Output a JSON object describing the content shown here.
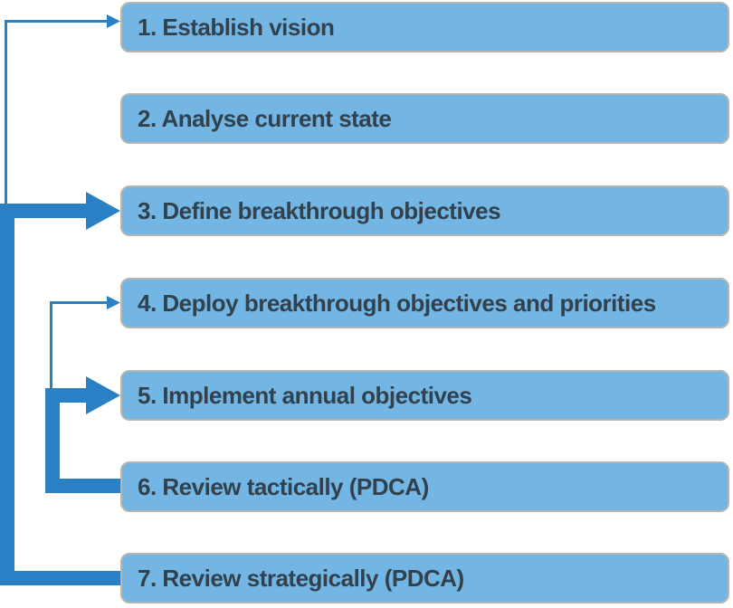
{
  "diagram": {
    "type": "flowchart",
    "steps": [
      {
        "id": 1,
        "label": "1. Establish vision"
      },
      {
        "id": 2,
        "label": "2. Analyse current state"
      },
      {
        "id": 3,
        "label": "3. Define breakthrough objectives"
      },
      {
        "id": 4,
        "label": "4. Deploy breakthrough objectives and priorities"
      },
      {
        "id": 5,
        "label": "5. Implement annual objectives"
      },
      {
        "id": 6,
        "label": "6. Review tactically (PDCA)"
      },
      {
        "id": 7,
        "label": "7. Review strategically (PDCA)"
      }
    ],
    "arrows": [
      {
        "name": "feedback-arrow-7-to-3",
        "from": "7. Review strategically (PDCA)",
        "to": "3. Define breakthrough objectives",
        "weight": "thick"
      },
      {
        "name": "feedback-arrow-7-to-1",
        "from": "7. Review strategically (PDCA)",
        "to": "1. Establish vision",
        "weight": "thin"
      },
      {
        "name": "feedback-arrow-6-to-5",
        "from": "6. Review tactically (PDCA)",
        "to": "5. Implement annual objectives",
        "weight": "thick"
      },
      {
        "name": "feedback-arrow-6-to-4",
        "from": "6. Review tactically (PDCA)",
        "to": "4. Deploy breakthrough objectives and priorities",
        "weight": "thin"
      }
    ],
    "colors": {
      "box_fill": "#73B5E3",
      "box_border": "#B5B5B2",
      "arrow_color": "#2A80C4",
      "text_color": "#31414E",
      "background": "#FFFFFF"
    }
  }
}
